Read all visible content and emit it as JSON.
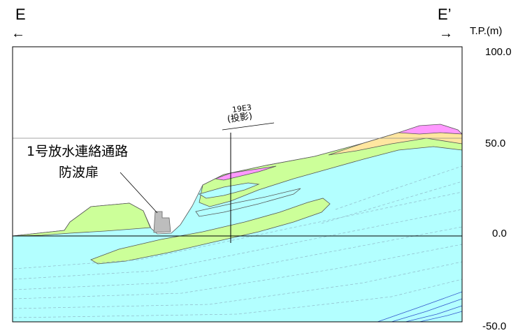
{
  "header": {
    "left_label": "E",
    "right_label": "E’",
    "left_arrow": "←",
    "right_arrow": "→"
  },
  "axis": {
    "unit": "T.P.(m)",
    "ticks": [
      "100.0",
      "50.0",
      "0.0",
      "-50.0"
    ]
  },
  "annotations": {
    "structure_line1": "1号放水連絡通路",
    "structure_line2": "防波扉",
    "borehole_id": "19E3",
    "borehole_note": "(投影)"
  },
  "colors": {
    "frame": "#000000",
    "sea_fill": "#b3ffff",
    "green_layer": "#ccff99",
    "pink_layer": "#ff99ff",
    "yellow_layer": "#ffe6a0",
    "structure": "#bdbdbd",
    "deep_lines": "#3355cc"
  }
}
